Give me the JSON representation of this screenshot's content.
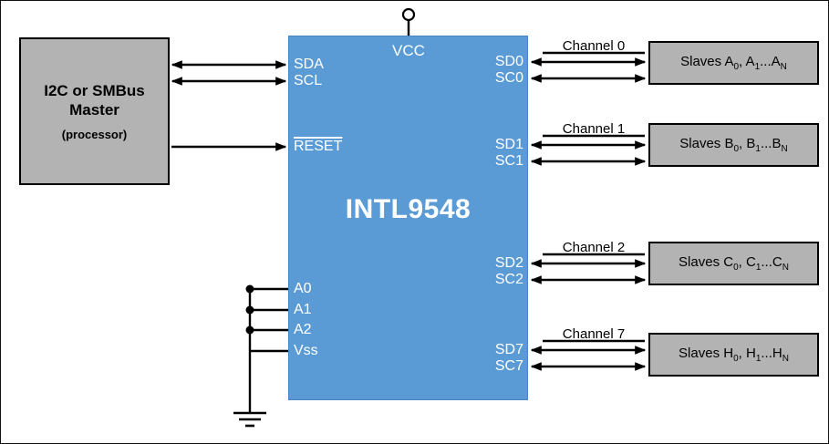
{
  "master": {
    "line1": "I2C or SMBus",
    "line2": "Master",
    "line3": "(processor)"
  },
  "chip": {
    "name": "INTL9548",
    "vcc": "VCC",
    "pins_left": {
      "sda": "SDA",
      "scl": "SCL",
      "reset": "RESET",
      "a0": "A0",
      "a1": "A1",
      "a2": "A2",
      "vss": "Vss"
    }
  },
  "channels": [
    {
      "label": "Channel 0",
      "sd": "SD0",
      "sc": "SC0",
      "slave": {
        "t1": "Slaves A",
        "s1": "0",
        "t2": ", A",
        "s2": "1",
        "t3": "...A",
        "s3": "N"
      }
    },
    {
      "label": "Channel 1",
      "sd": "SD1",
      "sc": "SC1",
      "slave": {
        "t1": "Slaves B",
        "s1": "0",
        "t2": ", B",
        "s2": "1",
        "t3": "...B",
        "s3": "N"
      }
    },
    {
      "label": "Channel 2",
      "sd": "SD2",
      "sc": "SC2",
      "slave": {
        "t1": "Slaves C",
        "s1": "0",
        "t2": ", C",
        "s2": "1",
        "t3": "...C",
        "s3": "N"
      }
    },
    {
      "label": "Channel 7",
      "sd": "SD7",
      "sc": "SC7",
      "slave": {
        "t1": "Slaves H",
        "s1": "0",
        "t2": ", H",
        "s2": "1",
        "t3": "...H",
        "s3": "N"
      }
    }
  ],
  "colors": {
    "chip_fill": "#5b9bd5",
    "box_fill": "#b3b3b3",
    "wire": "#000000"
  }
}
